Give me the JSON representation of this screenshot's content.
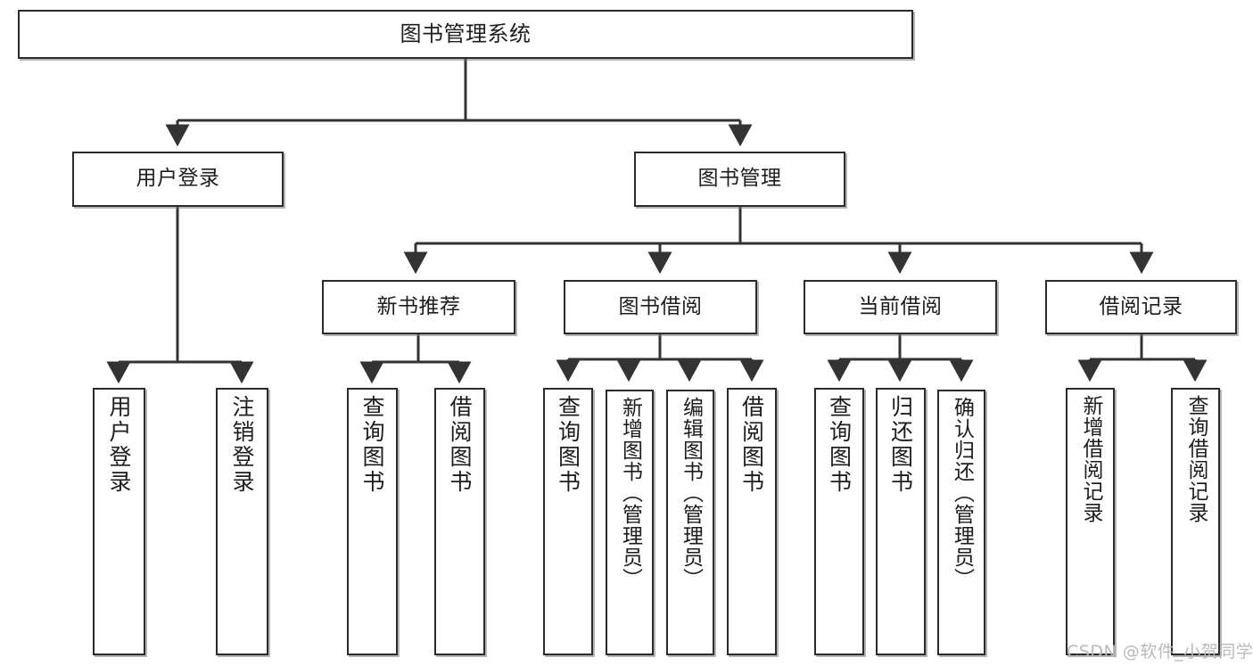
{
  "diagram": {
    "title": "图书管理系统",
    "type": "tree",
    "colors": {
      "box_border": "#2b2b2b",
      "box_fill": "#ffffff",
      "edge": "#333333",
      "text": "#1d1d1d",
      "watermark": "#b9b9b9"
    },
    "nodes": {
      "root": {
        "label": "图书管理系统"
      },
      "level1": [
        {
          "id": "user-login",
          "label": "用户登录"
        },
        {
          "id": "book-manage",
          "label": "图书管理"
        }
      ],
      "level2": [
        {
          "id": "new-book-rec",
          "label": "新书推荐"
        },
        {
          "id": "book-borrow",
          "label": "图书借阅"
        },
        {
          "id": "current-borrow",
          "label": "当前借阅"
        },
        {
          "id": "borrow-record",
          "label": "借阅记录"
        }
      ],
      "leaves": {
        "user-login": [
          {
            "id": "leaf-user-login",
            "label": "用户登录"
          },
          {
            "id": "leaf-user-logout",
            "label": "注销登录"
          }
        ],
        "new-book-rec": [
          {
            "id": "leaf-query-book-1",
            "label": "查询图书"
          },
          {
            "id": "leaf-borrow-book-1",
            "label": "借阅图书"
          }
        ],
        "book-borrow": [
          {
            "id": "leaf-query-book-2",
            "label": "查询图书"
          },
          {
            "id": "leaf-add-book",
            "label": "新增图书（管理员）"
          },
          {
            "id": "leaf-edit-book",
            "label": "编辑图书（管理员）"
          },
          {
            "id": "leaf-borrow-book-2",
            "label": "借阅图书"
          }
        ],
        "current-borrow": [
          {
            "id": "leaf-query-book-3",
            "label": "查询图书"
          },
          {
            "id": "leaf-return-book",
            "label": "归还图书"
          },
          {
            "id": "leaf-confirm-return",
            "label": "确认归还（管理员）"
          }
        ],
        "borrow-record": [
          {
            "id": "leaf-add-record",
            "label": "新增借阅记录"
          },
          {
            "id": "leaf-query-record",
            "label": "查询借阅记录"
          }
        ]
      }
    },
    "watermark": "CSDN @软件_小贺同学"
  }
}
